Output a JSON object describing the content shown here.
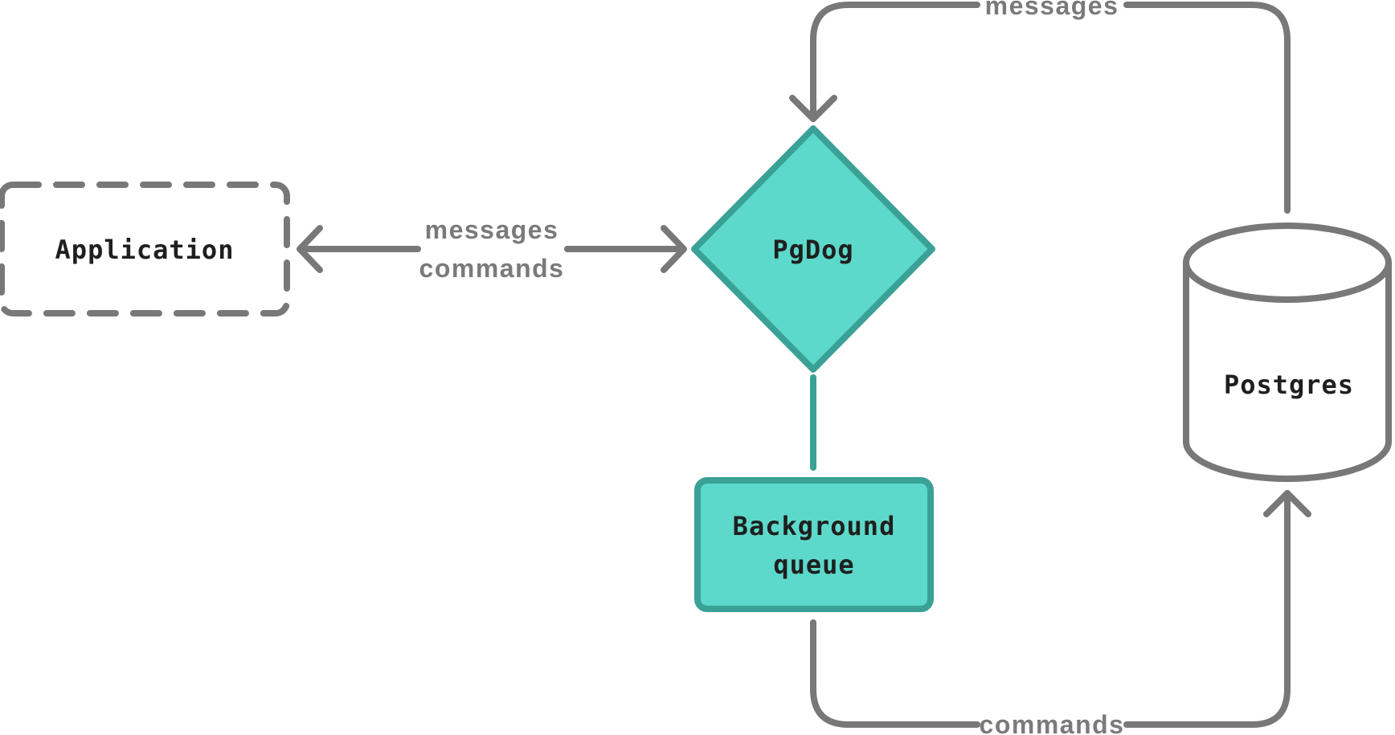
{
  "nodes": {
    "application": "Application",
    "pgdog": "PgDog",
    "queue_line1": "Background",
    "queue_line2": "queue",
    "postgres": "Postgres"
  },
  "edges": {
    "app_pgdog_top": "messages",
    "app_pgdog_bottom": "commands",
    "postgres_to_pgdog": "messages",
    "queue_to_postgres": "commands"
  },
  "colors": {
    "teal_fill": "#5cd9ca",
    "teal_stroke": "#3aa196",
    "gray_stroke": "#787878"
  }
}
